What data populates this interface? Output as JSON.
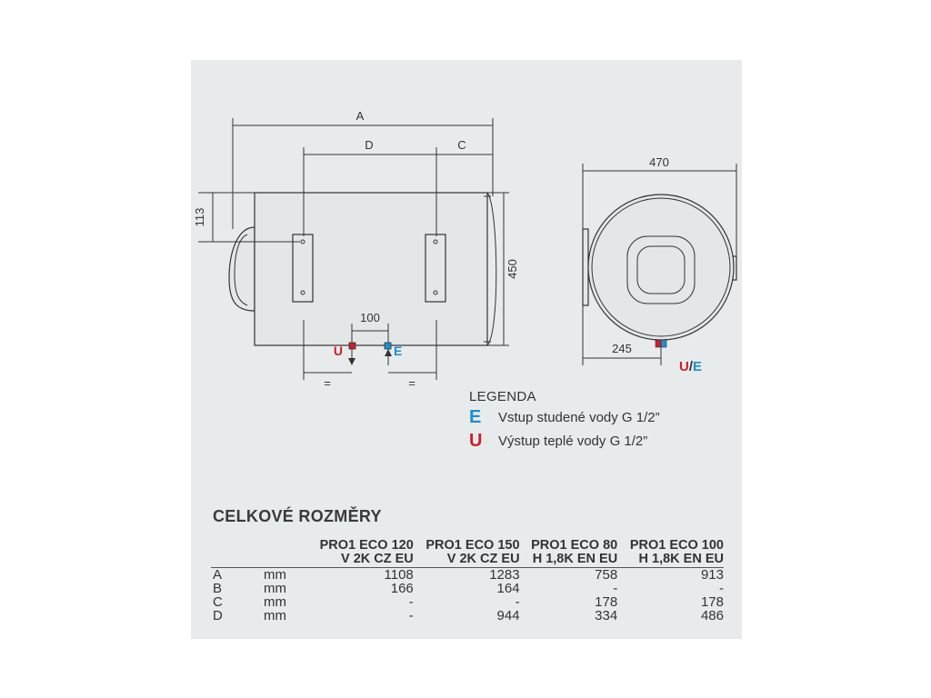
{
  "diagram": {
    "front_view": {
      "dim_a": "A",
      "dim_d": "D",
      "dim_c": "C",
      "dim_113": "113",
      "dim_450": "450",
      "dim_100": "100",
      "eq_left": "=",
      "eq_right": "=",
      "marker_u": "U",
      "marker_e": "E"
    },
    "side_view": {
      "dim_470": "470",
      "dim_245": "245",
      "marker_u": "U",
      "marker_slash": "/",
      "marker_e": "E"
    },
    "colors": {
      "cold": "#1e8fd0",
      "hot": "#cc1f2a",
      "panel": "#e8ebec"
    }
  },
  "legend": {
    "title": "LEGENDA",
    "items": [
      {
        "symbol": "E",
        "text": "Vstup studené vody G 1/2”"
      },
      {
        "symbol": "U",
        "text": "Výstup teplé vody G 1/2”"
      }
    ]
  },
  "table": {
    "title": "CELKOVÉ ROZMĚRY",
    "columns": [
      {
        "line1": "PRO1 ECO 120",
        "line2": "V 2K CZ EU"
      },
      {
        "line1": "PRO1 ECO 150",
        "line2": "V 2K CZ EU"
      },
      {
        "line1": "PRO1 ECO 80",
        "line2": "H 1,8K EN EU"
      },
      {
        "line1": "PRO1 ECO 100",
        "line2": "H 1,8K EN EU"
      }
    ],
    "rows": [
      {
        "label": "A",
        "unit": "mm",
        "values": [
          "1108",
          "1283",
          "758",
          "913"
        ]
      },
      {
        "label": "B",
        "unit": "mm",
        "values": [
          "166",
          "164",
          "-",
          "-"
        ]
      },
      {
        "label": "C",
        "unit": "mm",
        "values": [
          "-",
          "-",
          "178",
          "178"
        ]
      },
      {
        "label": "D",
        "unit": "mm",
        "values": [
          "-",
          "944",
          "334",
          "486"
        ]
      }
    ]
  }
}
